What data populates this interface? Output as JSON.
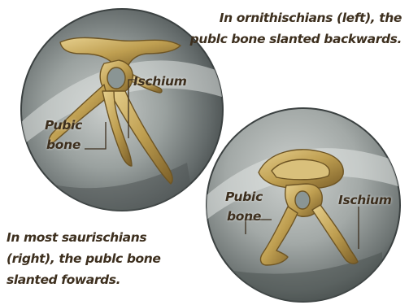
{
  "captions": {
    "top": "In ornithischians (left), the publc bone slanted backwards.",
    "bottom": "In most saurischians (right), the publc bone slanted fowards."
  },
  "left_panel": {
    "ischium_label": "Ischium",
    "pubic_line1": "Pubic",
    "pubic_line2": "bone"
  },
  "right_panel": {
    "ischium_label": "Ischium",
    "pubic_line1": "Pubic",
    "pubic_line2": "bone"
  },
  "colors": {
    "caption_text": "#3d2f1e",
    "bone": "#b89a4c",
    "bone_highlight": "#e0c987",
    "bone_shadow": "#6e5524",
    "background_disc": "#5f6566",
    "disc_highlight": "#c3c7c5"
  }
}
